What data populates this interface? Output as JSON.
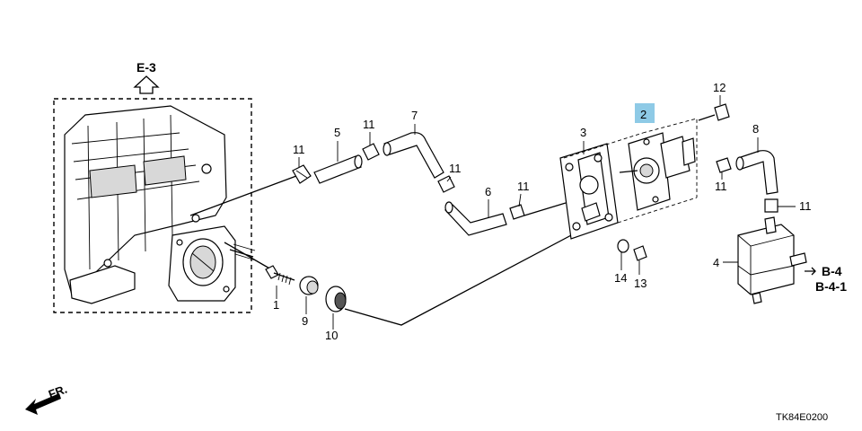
{
  "references": {
    "top": "E-3",
    "right_1": "B-4",
    "right_2": "B-4-1"
  },
  "direction": "FR.",
  "diagram_code": "TK84E0200",
  "highlight_color": "#8ecae6",
  "callouts": {
    "c1": "1",
    "c2": "2",
    "c3": "3",
    "c4": "4",
    "c5": "5",
    "c6": "6",
    "c7": "7",
    "c8": "8",
    "c9": "9",
    "c10": "10",
    "c11a": "11",
    "c11b": "11",
    "c11c": "11",
    "c11d": "11",
    "c11e": "11",
    "c11f": "11",
    "c12": "12",
    "c13": "13",
    "c14": "14"
  }
}
